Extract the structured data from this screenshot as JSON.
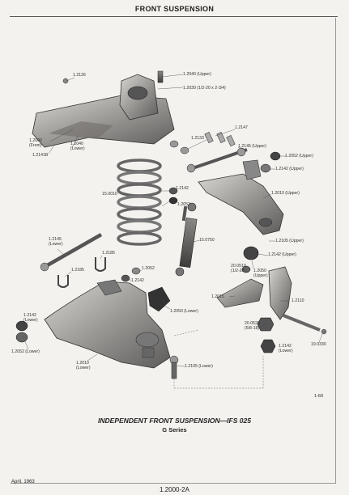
{
  "header": {
    "title": "FRONT SUSPENSION"
  },
  "caption": {
    "main": "INDEPENDENT FRONT SUSPENSION—IFS 025",
    "sub": "G Series"
  },
  "figure_number": "1-60",
  "footer": {
    "date": "April, 1963",
    "page": "1.2000-2A"
  },
  "callouts": [
    "1.2040 (Upper)",
    "1.2030 (1/2-20 x 2-3/4)",
    "1.2126",
    "1.2147",
    "1.2133",
    "1.2000 (Front)",
    "1.2040 (Lower)",
    "1.2141B",
    "1.2145 (Upper)",
    "1.2052 (Upper)",
    "1.2142 (Upper)",
    "15.0010",
    "1.2142",
    "1.2052",
    "1.2010 (Upper)",
    "15.0750",
    "1.2105 (Upper)",
    "1.2145 (Lower)",
    "1.2185",
    "1.2185",
    "1.2052",
    "1.2142",
    "1.2050 (Upper)",
    "1.2142 (Upper)",
    "20.0510 (1/2-20)",
    "1.2015",
    "1.2110",
    "1.2050 (Lower)",
    "1.2142 (Lower)",
    "1.2052 (Lower)",
    "20.0520 (5/8-18)",
    "19.0330",
    "1.2010 (Lower)",
    "1.2142 (Lower)",
    "1.2105 (Lower)"
  ]
}
